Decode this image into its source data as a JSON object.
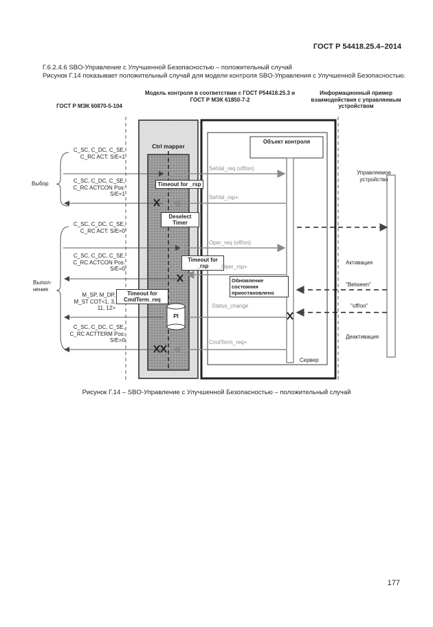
{
  "header": {
    "standard": "ГОСТ Р 54418.25.4–2014"
  },
  "intro": {
    "heading": "Г.6.2.4.6 SBO-Управление с Улучшенной Безопасностью – положительный случай",
    "text": "Рисунок Г.14 показывает положительный случай для модели контроля SBO-Управления с Улучшенной Безопасностью."
  },
  "diagram": {
    "col_left": "ГОСТ Р МЭК 60870-5-104",
    "col_mid": "Модель контроля в соответствии с ГОСТ Р54418.25.3 и ГОСТ Р МЭК 61850-7-2",
    "col_right": "Информационный пример взаимодействия с управляемым устройством",
    "ctrl_mapper": "Ctrl mapper",
    "control_object": "Объект контроля",
    "controlled_device": "Управляемое устройство",
    "server": "Сервер",
    "group_select": "Выбор",
    "group_execute": "Выпол- нение",
    "timeout1": "Timeout for _rsp",
    "deselect": "Deselect Timer",
    "timeout2": "Timeout for _rsp",
    "timeout3": "Timeout for CmdTerm_req",
    "pi": "PI",
    "state_update": "Обновление состояния приостановлено",
    "activation": "Активация",
    "between": "\"Between\"",
    "off_on": "\"off/on\"",
    "deactivation": "Деактивация",
    "asdu": {
      "a1": "C_SC, C_DC, C_SE, C_RC ACT: S/E=1",
      "a2": "C_SC, C_DC, C_SE, C_RC ACTCON Pos: S/E=1",
      "a3": "C_SC, C_DC, C_SE, C_RC ACT: S/E=0",
      "a4": "C_SC, C_DC, C_SE, C_RC ACTCON Pos: S/E=0",
      "a5": "M_SP, M_DP, M_ST COT<1, 3, 11, 12>",
      "a6": "C_SC, C_DC, C_SE, C_RC ACTTERM Pos: S/E=0"
    },
    "messages": {
      "m1": "SelVal_req (off/on)",
      "m2": "SelVal_rsp+",
      "m3": "Oper_req (off/on)",
      "m4": "Oper_rsp+",
      "m5": "Status_change",
      "m6": "CmdTerm_req+"
    }
  },
  "caption": "Рисунок Г.14 – SBO-Управление с Улучшенной Безопасностью – положительный случай",
  "page_number": "177"
}
